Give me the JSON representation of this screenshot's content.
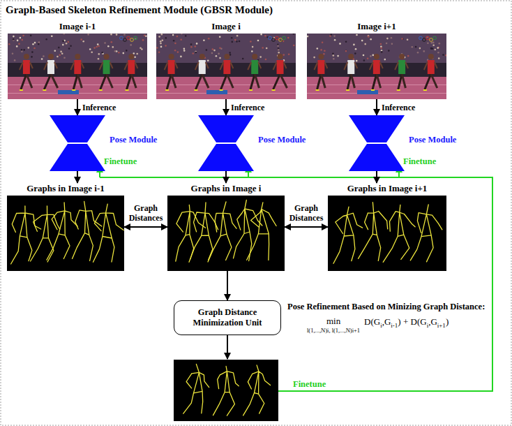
{
  "diagram": {
    "title": "Graph-Based Skeleton Refinement Module (GBSR Module)",
    "nodes": [
      {
        "text": [
          "Image i-1"
        ]
      },
      {
        "text": [
          "Image i"
        ]
      },
      {
        "text": [
          "Image i+1"
        ]
      },
      {
        "text": [
          "Pose Module"
        ]
      },
      {
        "text": [
          "Pose Module"
        ]
      },
      {
        "text": [
          "Pose Module"
        ]
      },
      {
        "text": [
          "Graphs in Image i-1"
        ]
      },
      {
        "text": [
          "Graphs in Image i"
        ]
      },
      {
        "text": [
          "Graphs in Image i+1"
        ]
      },
      {
        "text": [
          "Graph Distance Minimization Unit"
        ]
      }
    ],
    "edges": [
      {
        "from": 0,
        "to": 3,
        "arrow": "to",
        "label": "Inference"
      },
      {
        "from": 1,
        "to": 4,
        "arrow": "to",
        "label": "Inference"
      },
      {
        "from": 2,
        "to": 5,
        "arrow": "to",
        "label": "Inference"
      },
      {
        "from": 3,
        "to": 6,
        "arrow": "to"
      },
      {
        "from": 4,
        "to": 7,
        "arrow": "to"
      },
      {
        "from": 5,
        "to": 8,
        "arrow": "to"
      },
      {
        "from": 6,
        "to": 7,
        "arrow": "both",
        "label": "Graph Distances"
      },
      {
        "from": 7,
        "to": 8,
        "arrow": "both",
        "label": "Graph Distances"
      },
      {
        "from": 7,
        "to": 9,
        "arrow": "to"
      }
    ],
    "labels": [
      "Finetune",
      "Finetune",
      "Finetune",
      "Pose Refinement Based on Minizing Graph Distance:",
      "min",
      "l(1,...,N)i, l(1,...,N)i+1",
      "D(G",
      "i",
      ",G",
      "i-1",
      ") + D(G",
      "i",
      ",G",
      "i+1",
      ")"
    ]
  }
}
